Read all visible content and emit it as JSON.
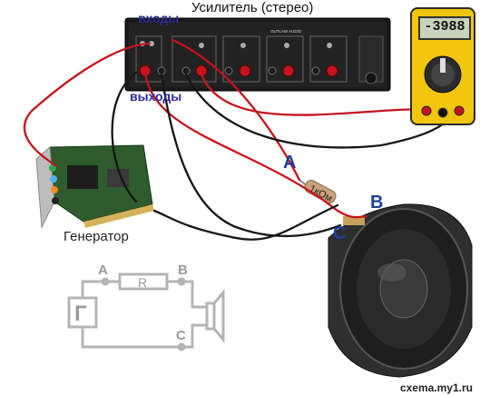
{
  "title": "Усилитель (стерео)",
  "inputs_label": "входы",
  "outputs_label": "выходы",
  "generator_label": "Генератор",
  "amplifier_brand": "OUTLAW AUDIO",
  "multimeter_display": "-3988",
  "resistor_label": "1кОм",
  "points": {
    "a": "A",
    "b": "B",
    "c": "C"
  },
  "schematic": {
    "a": "A",
    "b": "B",
    "c": "C",
    "resistor": "R",
    "generator_symbol": "Г"
  },
  "watermark": "cxema.my1.ru",
  "colors": {
    "wire_red": "#c4141c",
    "wire_black": "#151515",
    "label_blue": "#1e3f9a",
    "meter_yellow": "#f2c50e",
    "schematic_gray": "#b4b4b4"
  }
}
